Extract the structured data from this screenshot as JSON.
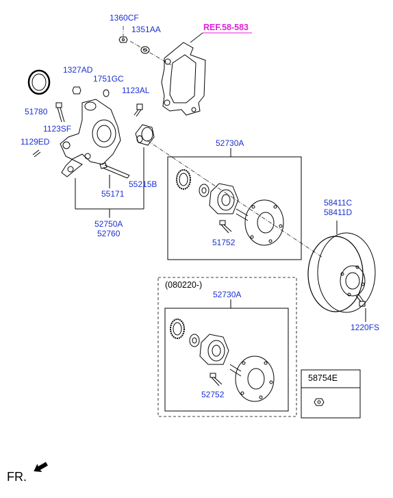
{
  "ref_label": "REF.58-583",
  "parts": {
    "p1360CF": "1360CF",
    "p1351AA": "1351AA",
    "p1327AD": "1327AD",
    "p1751GC": "1751GC",
    "p1123AL": "1123AL",
    "p51780": "51780",
    "p1123SF": "1123SF",
    "p1129ED": "1129ED",
    "p55171": "55171",
    "p55215B": "55215B",
    "p52750A": "52750A",
    "p52760": "52760",
    "p52730A_top": "52730A",
    "p51752": "51752",
    "p58411C": "58411C",
    "p58411D": "58411D",
    "p1220FS": "1220FS",
    "p52730A_bottom": "52730A",
    "p52752": "52752",
    "p58754E": "58754E"
  },
  "date_label": "(080220-)",
  "front_label": "FR.",
  "colors": {
    "label": "#1a2fd1",
    "reference": "#e020d8",
    "line": "#000000"
  }
}
